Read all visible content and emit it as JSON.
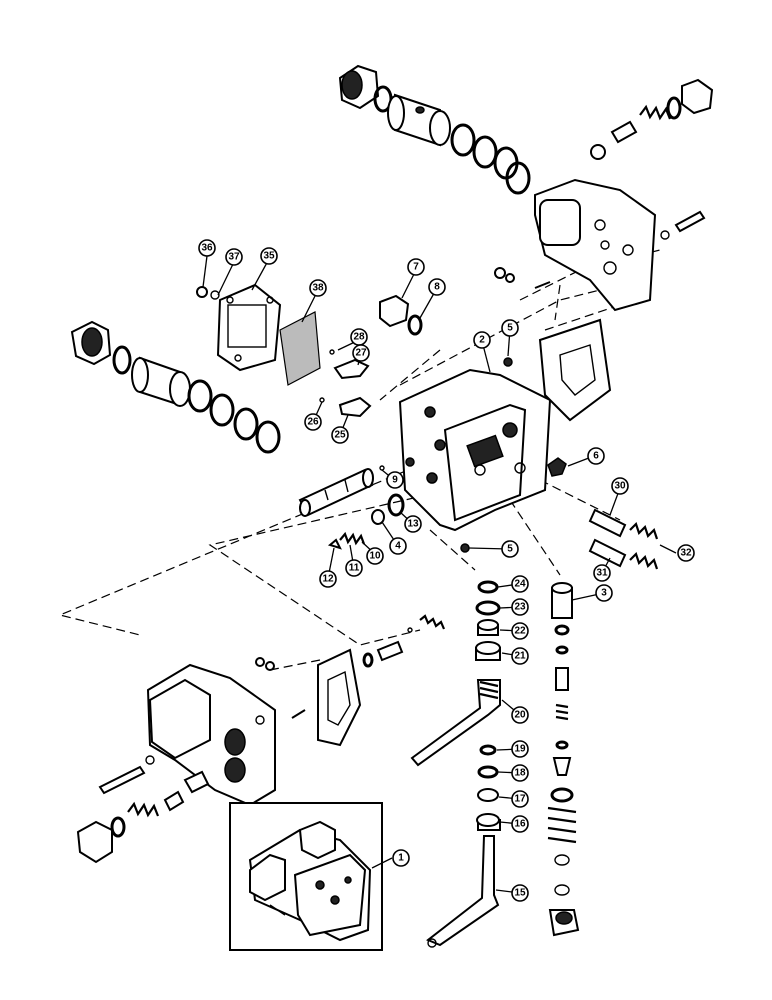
{
  "callouts": [
    {
      "id": "c1",
      "label": "1"
    },
    {
      "id": "c2",
      "label": "2"
    },
    {
      "id": "c3",
      "label": "3"
    },
    {
      "id": "c4",
      "label": "4"
    },
    {
      "id": "c5a",
      "label": "5"
    },
    {
      "id": "c5b",
      "label": "5"
    },
    {
      "id": "c6",
      "label": "6"
    },
    {
      "id": "c7",
      "label": "7"
    },
    {
      "id": "c8",
      "label": "8"
    },
    {
      "id": "c9",
      "label": "9"
    },
    {
      "id": "c10",
      "label": "10"
    },
    {
      "id": "c11",
      "label": "11"
    },
    {
      "id": "c12",
      "label": "12"
    },
    {
      "id": "c13",
      "label": "13"
    },
    {
      "id": "c15",
      "label": "15"
    },
    {
      "id": "c16",
      "label": "16"
    },
    {
      "id": "c17",
      "label": "17"
    },
    {
      "id": "c18",
      "label": "18"
    },
    {
      "id": "c19",
      "label": "19"
    },
    {
      "id": "c20",
      "label": "20"
    },
    {
      "id": "c21",
      "label": "21"
    },
    {
      "id": "c22",
      "label": "22"
    },
    {
      "id": "c23",
      "label": "23"
    },
    {
      "id": "c24",
      "label": "24"
    },
    {
      "id": "c25",
      "label": "25"
    },
    {
      "id": "c26",
      "label": "26"
    },
    {
      "id": "c27",
      "label": "27"
    },
    {
      "id": "c28",
      "label": "28"
    },
    {
      "id": "c30",
      "label": "30"
    },
    {
      "id": "c31",
      "label": "31"
    },
    {
      "id": "c32",
      "label": "32"
    },
    {
      "id": "c35",
      "label": "35"
    },
    {
      "id": "c36",
      "label": "36"
    },
    {
      "id": "c37",
      "label": "37"
    },
    {
      "id": "c38",
      "label": "38"
    }
  ]
}
